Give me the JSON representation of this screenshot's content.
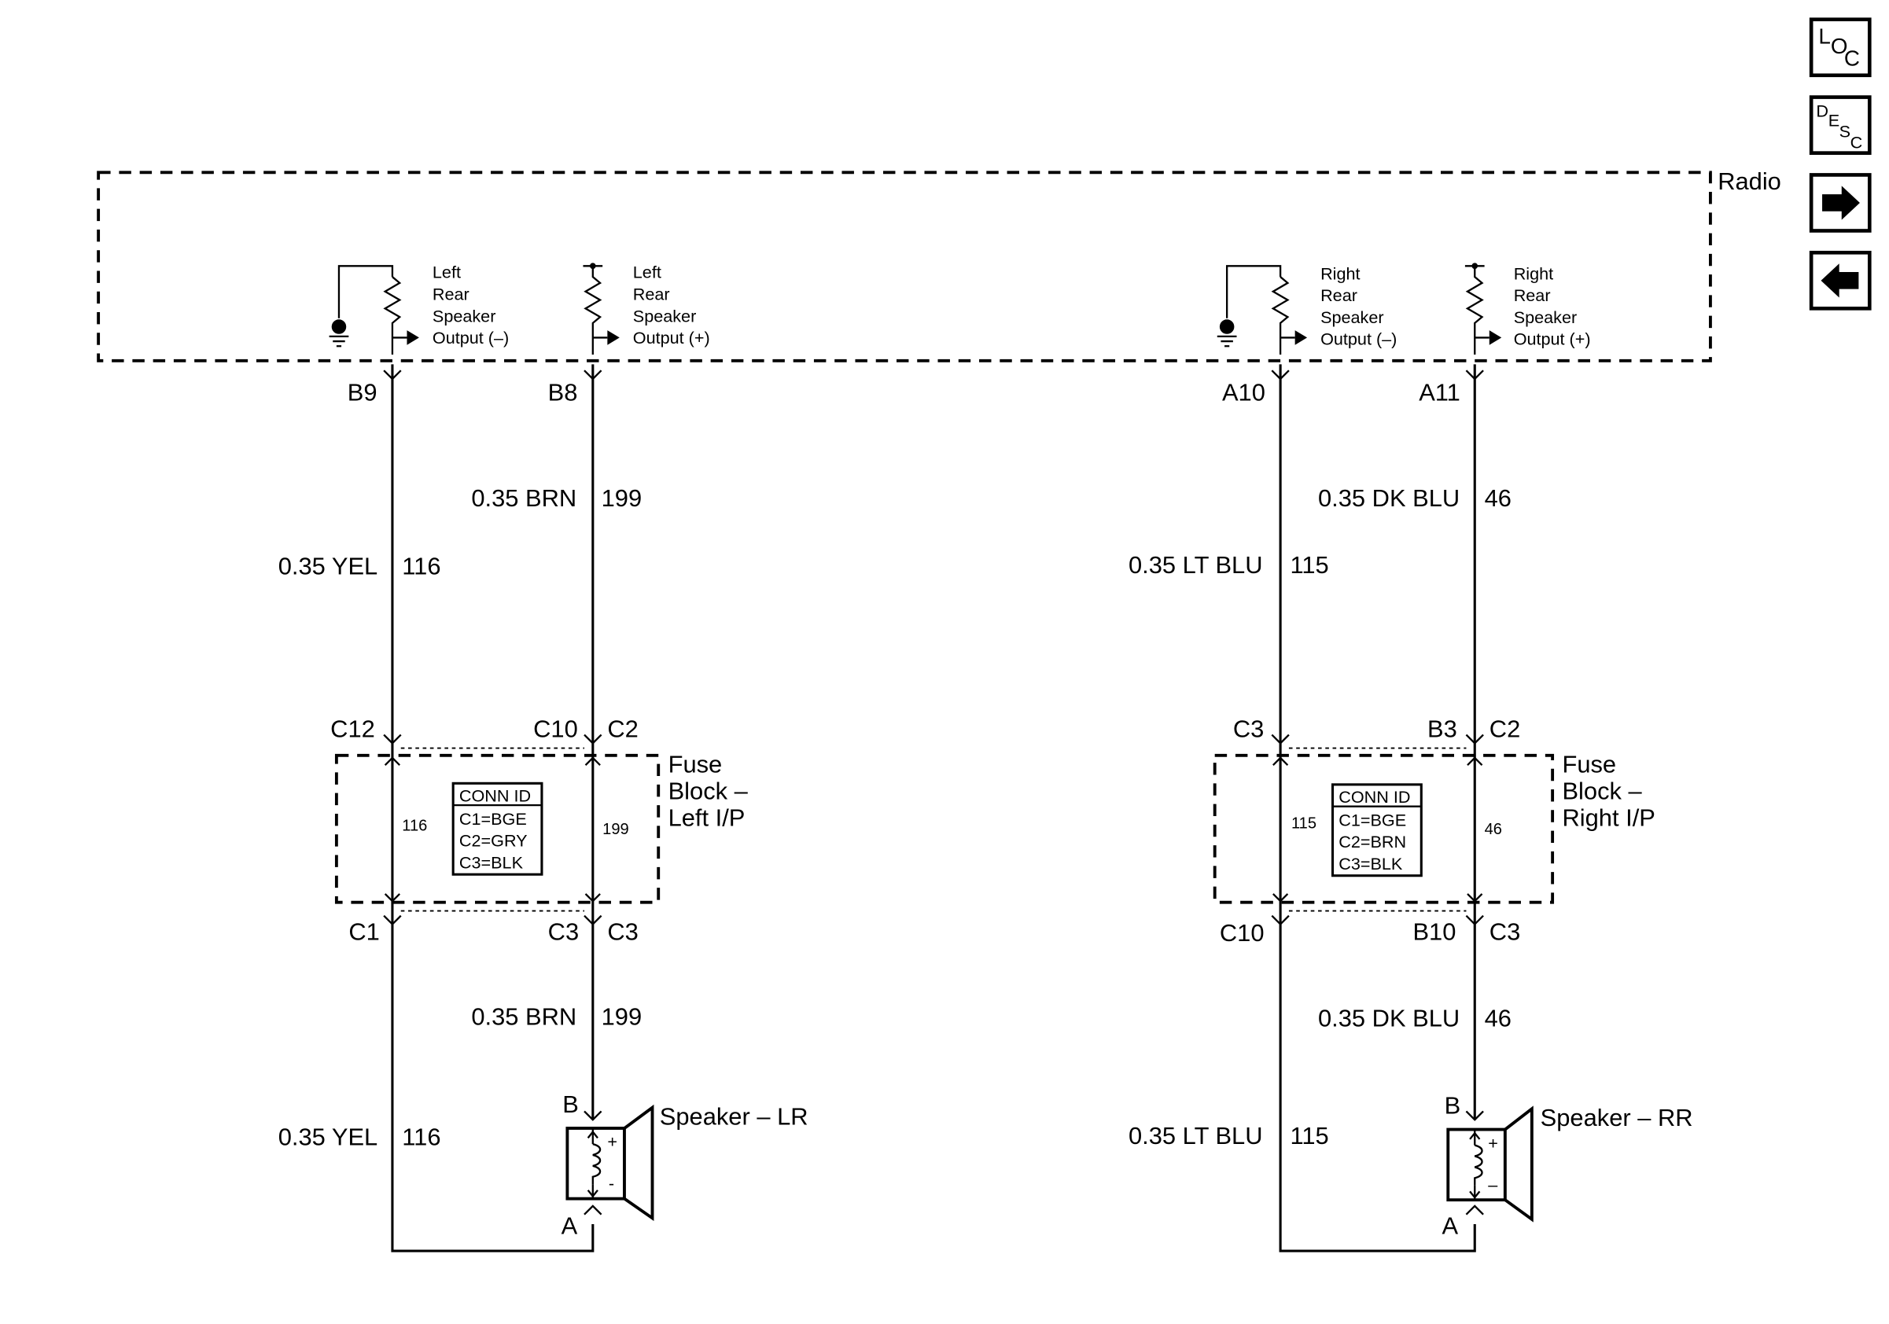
{
  "nav": {
    "loc": {
      "l1": "L",
      "l2": "O",
      "l3": "C"
    },
    "desc": {
      "l1": "D",
      "l2": "E",
      "l3": "S",
      "l4": "C"
    },
    "next_icon": "arrow-right-icon",
    "prev_icon": "arrow-left-icon"
  },
  "radio": {
    "title": "Radio",
    "lr_neg": [
      "Left",
      "Rear",
      "Speaker",
      "Output (–)"
    ],
    "lr_pos": [
      "Left",
      "Rear",
      "Speaker",
      "Output (+)"
    ],
    "rr_neg": [
      "Right",
      "Rear",
      "Speaker",
      "Output (–)"
    ],
    "rr_pos": [
      "Right",
      "Rear",
      "Speaker",
      "Output (+)"
    ]
  },
  "left": {
    "pin_neg": "B9",
    "pin_pos": "B8",
    "wire_pos_color": "0.35 BRN",
    "wire_pos_circuit": "199",
    "wire_neg_color": "0.35 YEL",
    "wire_neg_circuit": "116",
    "fuse_top_neg": "C12",
    "fuse_top_mid": "C10",
    "fuse_top_pos": "C2",
    "fuse_title": [
      "Fuse",
      "Block –",
      "Left I/P"
    ],
    "fuse_circuit_neg": "116",
    "fuse_circuit_pos": "199",
    "conn_id": [
      "CONN ID",
      "C1=BGE",
      "C2=GRY",
      "C3=BLK"
    ],
    "fuse_bot_neg": "C1",
    "fuse_bot_mid": "C3",
    "fuse_bot_pos": "C3",
    "wire2_pos_color": "0.35 BRN",
    "wire2_pos_circuit": "199",
    "wire2_neg_color": "0.35 YEL",
    "wire2_neg_circuit": "116",
    "speaker_pin_pos": "B",
    "speaker_pin_neg": "A",
    "speaker_label": "Speaker – LR",
    "plus": "+",
    "minus": "-"
  },
  "right": {
    "pin_neg": "A10",
    "pin_pos": "A11",
    "wire_pos_color": "0.35 DK BLU",
    "wire_pos_circuit": "46",
    "wire_neg_color": "0.35 LT BLU",
    "wire_neg_circuit": "115",
    "fuse_top_neg": "C3",
    "fuse_top_mid": "B3",
    "fuse_top_pos": "C2",
    "fuse_title": [
      "Fuse",
      "Block –",
      "Right I/P"
    ],
    "fuse_circuit_neg": "115",
    "fuse_circuit_pos": "46",
    "conn_id": [
      "CONN ID",
      "C1=BGE",
      "C2=BRN",
      "C3=BLK"
    ],
    "fuse_bot_neg": "C10",
    "fuse_bot_mid": "B10",
    "fuse_bot_pos": "C3",
    "wire2_pos_color": "0.35 DK BLU",
    "wire2_pos_circuit": "46",
    "wire2_neg_color": "0.35 LT BLU",
    "wire2_neg_circuit": "115",
    "speaker_pin_pos": "B",
    "speaker_pin_neg": "A",
    "speaker_label": "Speaker – RR",
    "plus": "+",
    "minus": "–"
  }
}
